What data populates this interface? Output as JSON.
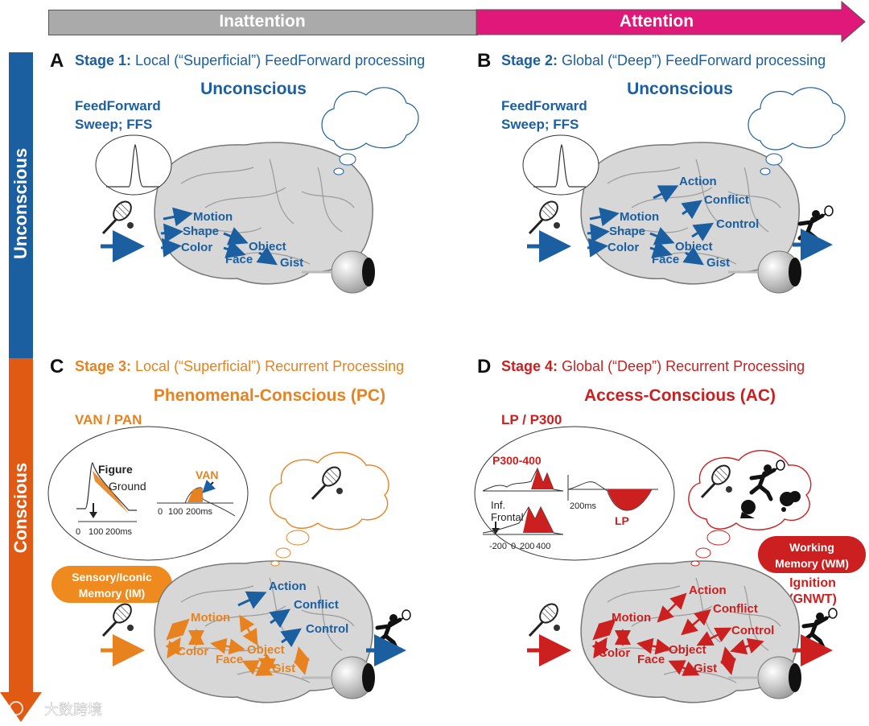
{
  "axis": {
    "inattention": "Inattention",
    "attention": "Attention",
    "unconscious": "Unconscious",
    "conscious": "Conscious"
  },
  "colors": {
    "gray": "#aaaaaa",
    "magenta": "#e0187a",
    "blue": "#1b5fa0",
    "orange": "#e8821e",
    "red": "#cc1f1f",
    "vbar_orange": "#e05a14"
  },
  "panels": {
    "A": {
      "letter": "A",
      "stage_bold": "Stage 1:",
      "stage_text": " Local (“Superficial”) FeedForward processing",
      "state": "Unconscious",
      "ffs_line1": "FeedForward",
      "ffs_line2": "Sweep; FFS",
      "labels": [
        "Motion",
        "Shape",
        "Color",
        "Object",
        "Face",
        "Gist"
      ]
    },
    "B": {
      "letter": "B",
      "stage_bold": "Stage 2:",
      "stage_text": " Global (“Deep”) FeedForward processing",
      "state": "Unconscious",
      "ffs_line1": "FeedForward",
      "ffs_line2": "Sweep; FFS",
      "labels": [
        "Action",
        "Conflict",
        "Control",
        "Motion",
        "Shape",
        "Color",
        "Object",
        "Face",
        "Gist"
      ]
    },
    "C": {
      "letter": "C",
      "stage_bold": "Stage 3:",
      "stage_text": " Local (“Superficial”) Recurrent Processing",
      "state": "Phenomenal-Conscious (PC)",
      "sub": "VAN / PAN",
      "memory_line1": "Sensory/Iconic",
      "memory_line2": "Memory (IM)",
      "erp": {
        "figure": "Figure",
        "ground": "Ground",
        "van": "VAN",
        "ticks1": [
          "0",
          "100",
          "200ms"
        ],
        "ticks2": [
          "0",
          "100",
          "200ms"
        ]
      },
      "labels": [
        "Action",
        "Conflict",
        "Control",
        "Motion",
        "Color",
        "Face",
        "Object",
        "Gist"
      ]
    },
    "D": {
      "letter": "D",
      "stage_bold": "Stage 4:",
      "stage_text": " Global (“Deep”) Recurrent Processing",
      "state": "Access-Conscious (AC)",
      "sub": "LP / P300",
      "wm_line1": "Working",
      "wm_line2": "Memory (WM)",
      "ignition_line1": "Ignition",
      "ignition_line2": "(GNWT)",
      "erp": {
        "p300": "P300-400",
        "inf": "Inf.",
        "frontal": "Frontal",
        "lp": "LP",
        "ms200": "200ms",
        "ticks": [
          "-200",
          "0",
          "200",
          "400"
        ]
      },
      "labels": [
        "Action",
        "Conflict",
        "Control",
        "Motion",
        "Color",
        "Face",
        "Object",
        "Gist"
      ]
    }
  },
  "watermark": "大数跨境"
}
